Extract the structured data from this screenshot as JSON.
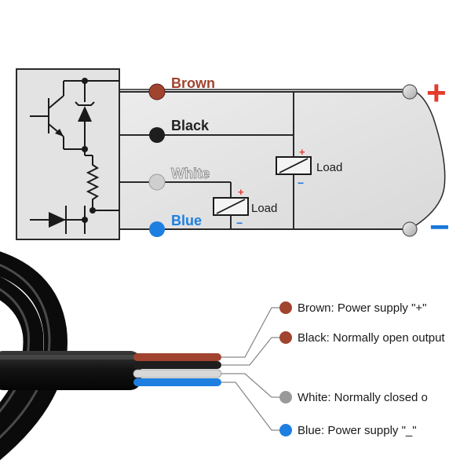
{
  "colors": {
    "brown": "#a0432f",
    "black": "#222222",
    "white": "#d4d4d4",
    "blue": "#1e7fe0",
    "plus": "#e53a2a",
    "minus": "#1a77d8",
    "panel": "#e6e6e6",
    "line": "#2a2a2a"
  },
  "wires": {
    "brown": "Brown",
    "black": "Black",
    "white": "White",
    "blue": "Blue"
  },
  "terminals": {
    "positive": "+",
    "negative": "−"
  },
  "loads": {
    "load1": {
      "label": "Load",
      "plus": "+",
      "minus": "−"
    },
    "load2": {
      "label": "Load",
      "plus": "+",
      "minus": "−"
    }
  },
  "legend": [
    {
      "key": "brown",
      "text": "Brown: Power supply \"+\""
    },
    {
      "key": "black",
      "text": "Black: Normally open output"
    },
    {
      "key": "white",
      "text": "White: Normally closed o"
    },
    {
      "key": "blue",
      "text": "Blue: Power supply \"_\""
    }
  ]
}
